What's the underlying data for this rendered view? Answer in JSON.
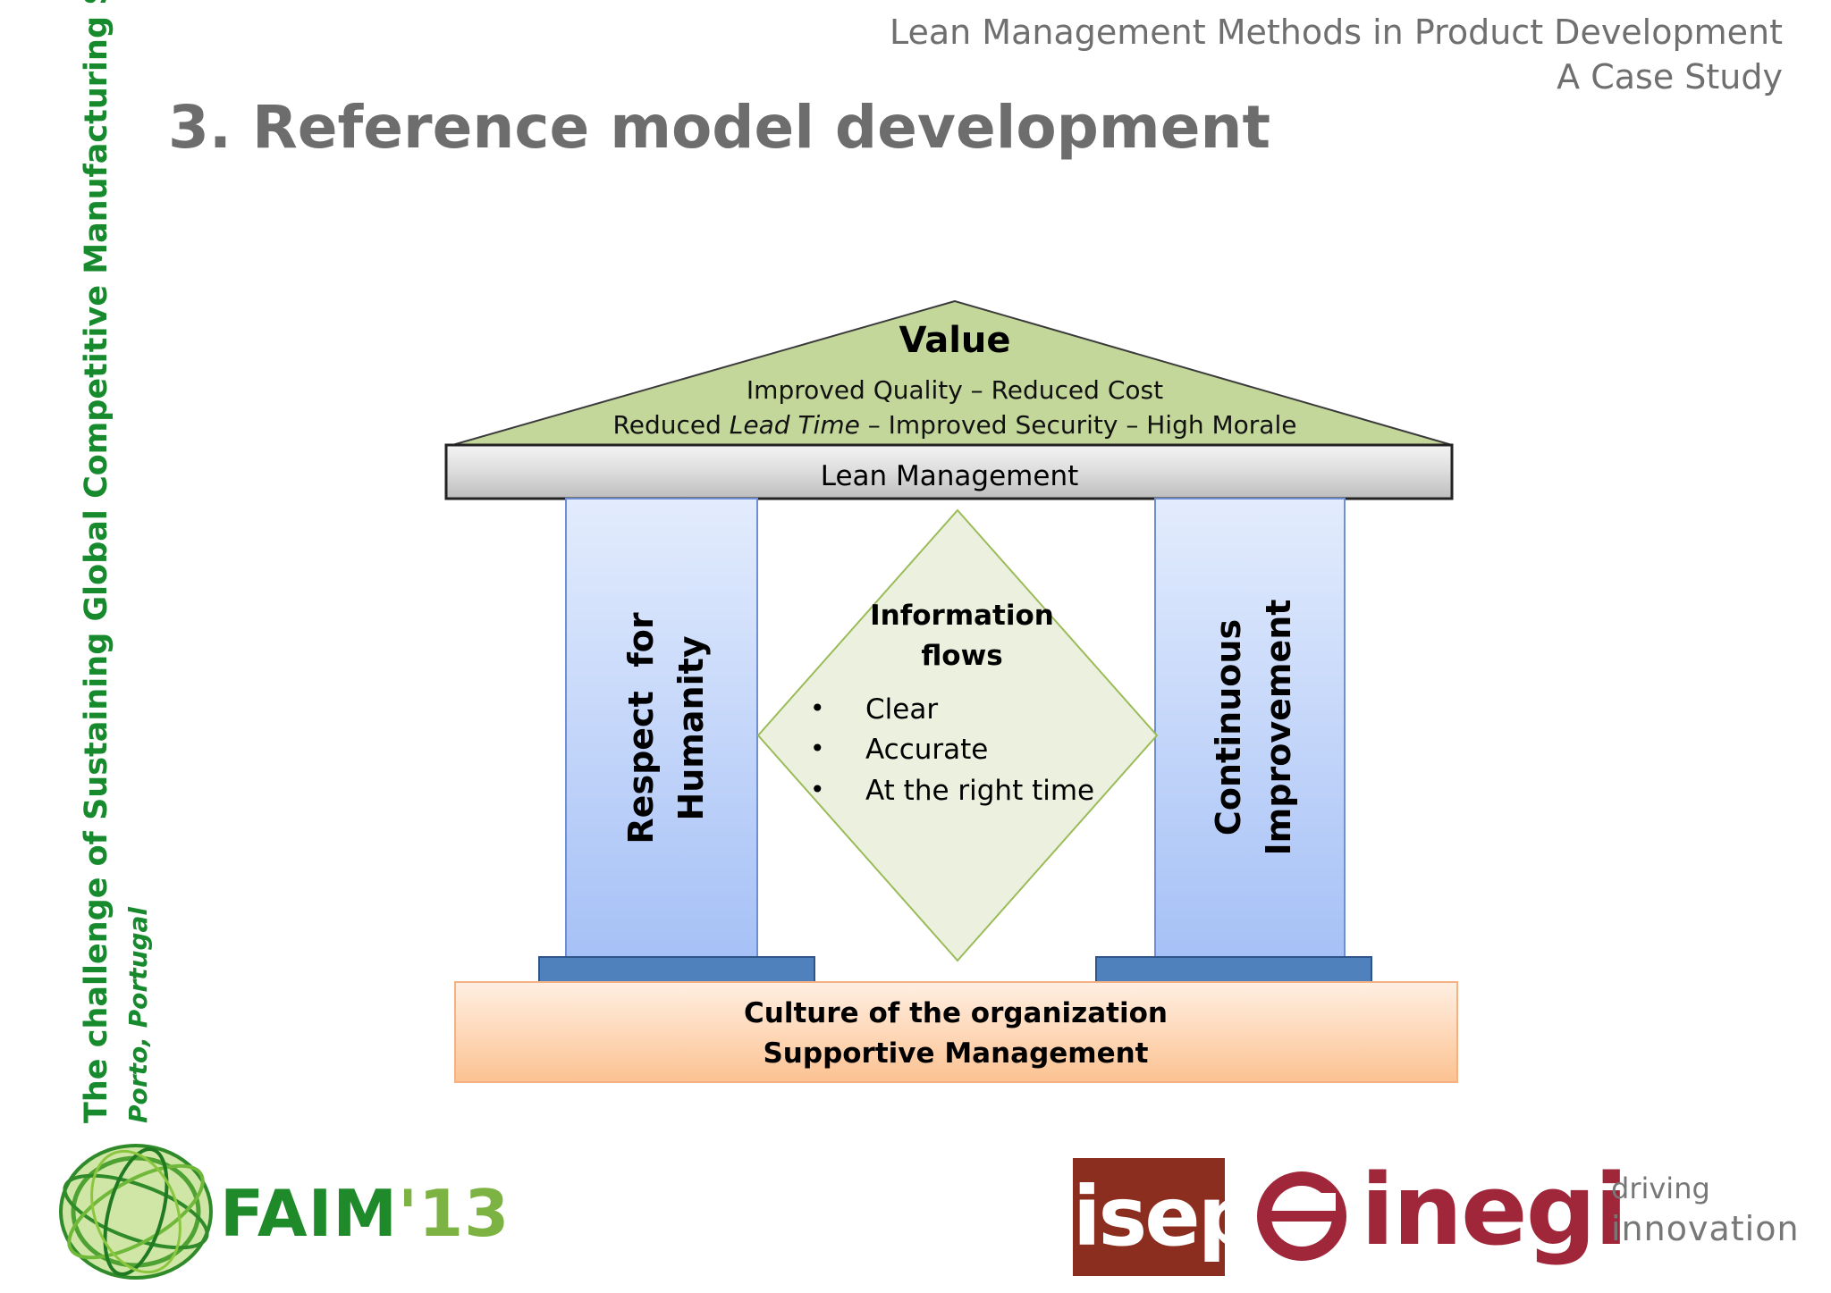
{
  "header": {
    "line1": "Lean Management Methods in Product Development",
    "line2": "A Case Study"
  },
  "title": "3. Reference model development",
  "sidebar": {
    "line1": "The challenge of Sustaining Global Competitive Manufacturing Systems",
    "line2": "Porto, Portugal"
  },
  "diagram": {
    "roof": {
      "title": "Value",
      "line1": "Improved Quality – Reduced Cost",
      "line2_pre": "Reduced ",
      "line2_italic": "Lead Time",
      "line2_post": " – Improved  Security – High Morale"
    },
    "beam": "Lean Management",
    "left_pillar": {
      "line1": "Respect  for",
      "line2": "Humanity"
    },
    "right_pillar": {
      "line1": "Continuous",
      "line2": "Improvement"
    },
    "diamond": {
      "title1": "Information",
      "title2": "flows",
      "items": [
        "Clear",
        "Accurate",
        "At the right time"
      ]
    },
    "base": {
      "line1": "Culture of the organization",
      "line2": "Supportive Management"
    }
  },
  "logos": {
    "faim": {
      "word": "FAIM",
      "year": "'13"
    },
    "isep": "isep",
    "inegi": {
      "word": "inegi",
      "tag1": "driving",
      "tag2": "innovation"
    }
  },
  "colors": {
    "roof": "#c4d79b",
    "pillar_top": "#e3ecfd",
    "pillar_bottom": "#a6c1f6",
    "diamond": "#ebf1de",
    "base_top": "#ffe9d6",
    "base_bottom": "#fcc291",
    "plinth": "#4f81bd",
    "side_text": "#168a2c"
  }
}
